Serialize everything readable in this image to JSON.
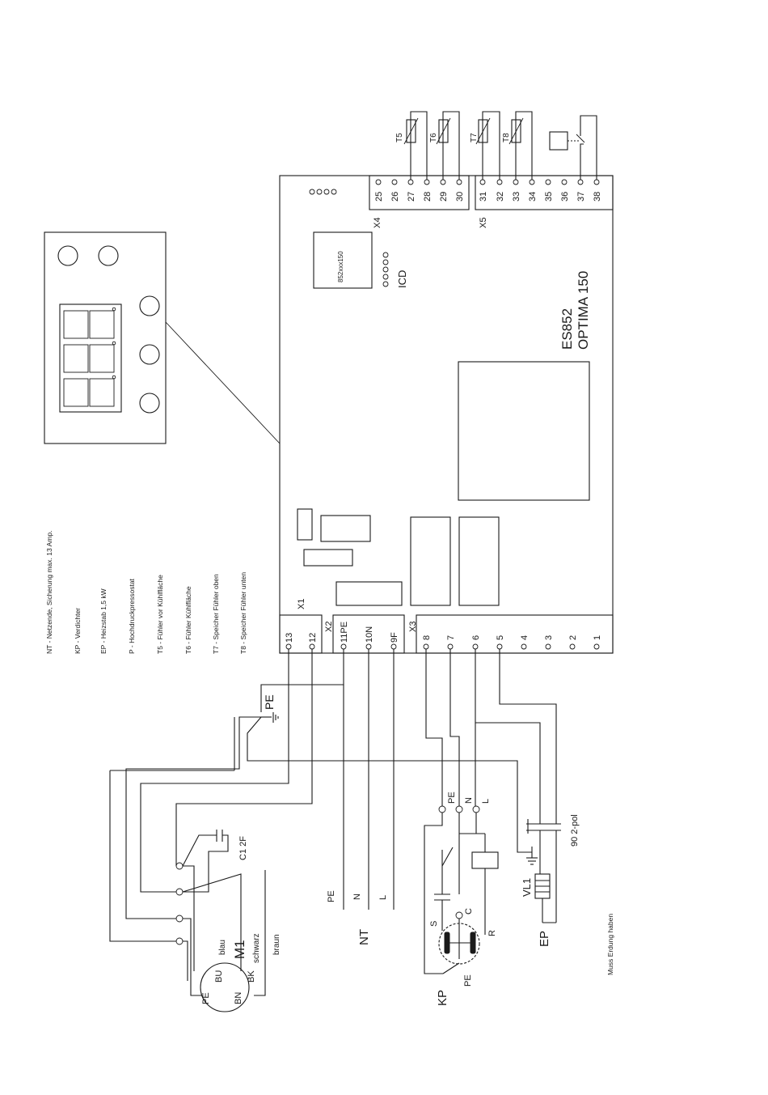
{
  "board": {
    "title_line1": "ES852",
    "title_line2": "OPTIMA 150",
    "chip_label": "852xxx150",
    "icd_label": "ICD"
  },
  "connectors": {
    "x1": {
      "label": "X1",
      "pins": [
        "13",
        "12"
      ]
    },
    "x2": {
      "label": "X2",
      "pins": [
        "11PE",
        "10N",
        "9F"
      ]
    },
    "x3": {
      "label": "X3",
      "pins": [
        "8",
        "7",
        "6",
        "5",
        "4",
        "3",
        "2",
        "1"
      ]
    },
    "x4": {
      "label": "X4",
      "pins": [
        "25",
        "26",
        "27",
        "28",
        "29",
        "30"
      ]
    },
    "x5": {
      "label": "X5",
      "pins": [
        "31",
        "32",
        "33",
        "34",
        "35",
        "36",
        "37",
        "38"
      ]
    }
  },
  "sensors": {
    "t5": "T5",
    "t6": "T6",
    "t7": "T7",
    "t8": "T8"
  },
  "legend": [
    "NT - Netzende, Sicherung max. 13 Amp.",
    "KP - Verdichter",
    "EP - Heizstab 1,5 kW",
    "P - Hochdruckpressostat",
    "T5 - Fühler vor Kühlfläche",
    "T6 - Fühler Kühlfläche",
    "T7 - Speicher Fühler oben",
    "T8 - Speicher Fühler unten"
  ],
  "labels": {
    "pe_ground": "PE",
    "nt_pe": "PE",
    "nt_n": "N",
    "nt_l": "L",
    "nt": "NT",
    "kp_pe": "PE",
    "kp_n": "N",
    "kp_l": "L",
    "kp": "KP",
    "kp_s": "S",
    "kp_c": "C",
    "kp_r": "R",
    "kp_pe_bottom": "PE",
    "ep": "EP",
    "vl1": "VL1",
    "thermostat": "90 2-pol",
    "grounding_note": "Muss Erdung haben",
    "capacitor": "C1 2F",
    "motor": "M1",
    "motor_bu": "BU",
    "motor_pe": "PE",
    "motor_bn": "BN",
    "motor_bk": "BK",
    "wire_blau": "blau",
    "wire_schwarz": "schwarz",
    "wire_braun": "braun"
  }
}
